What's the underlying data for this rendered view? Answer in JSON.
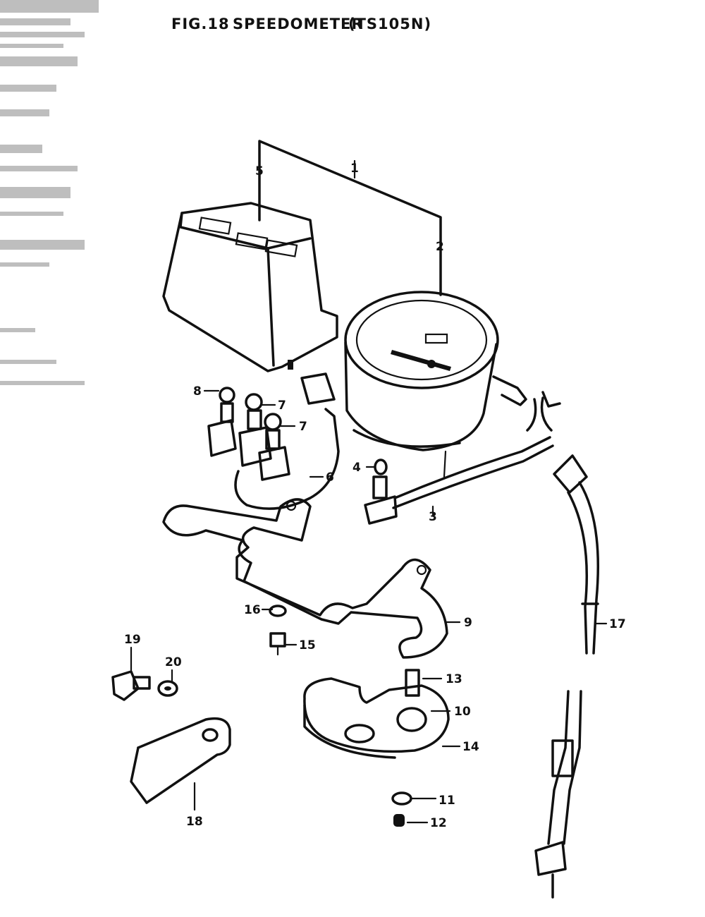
{
  "figure": {
    "fig_no": "FIG.18",
    "name": "SPEEDOMETER",
    "model": "(TS105N)"
  },
  "callouts": [
    {
      "id": "c1",
      "text": "1"
    },
    {
      "id": "c2",
      "text": "2"
    },
    {
      "id": "c3",
      "text": "3"
    },
    {
      "id": "c4",
      "text": "4"
    },
    {
      "id": "c5",
      "text": "5"
    },
    {
      "id": "c6",
      "text": "6"
    },
    {
      "id": "c7a",
      "text": "7"
    },
    {
      "id": "c7b",
      "text": "7"
    },
    {
      "id": "c8",
      "text": "8"
    },
    {
      "id": "c9",
      "text": "9"
    },
    {
      "id": "c10",
      "text": "10"
    },
    {
      "id": "c11",
      "text": "11"
    },
    {
      "id": "c12",
      "text": "12"
    },
    {
      "id": "c13",
      "text": "13"
    },
    {
      "id": "c14",
      "text": "14"
    },
    {
      "id": "c15",
      "text": "15"
    },
    {
      "id": "c16",
      "text": "16"
    },
    {
      "id": "c17",
      "text": "17"
    },
    {
      "id": "c18",
      "text": "18"
    },
    {
      "id": "c19",
      "text": "19"
    },
    {
      "id": "c20",
      "text": "20"
    }
  ]
}
